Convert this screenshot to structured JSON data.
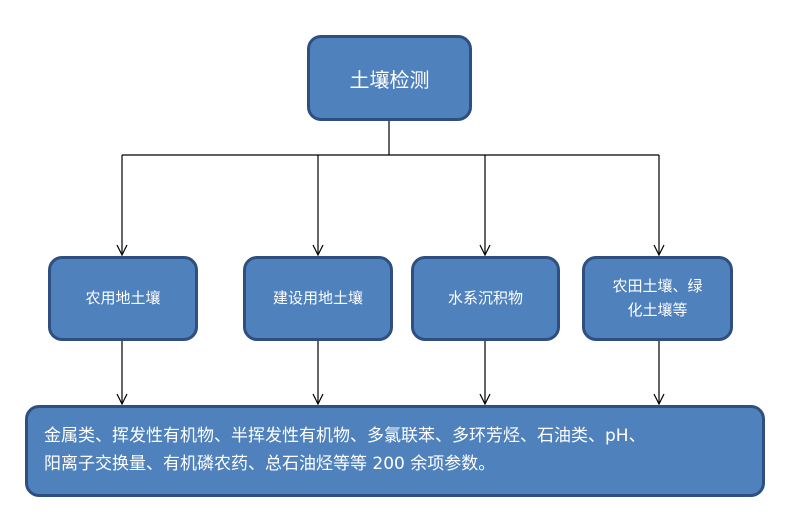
{
  "diagram": {
    "root": {
      "label": "土壤检测"
    },
    "categories": [
      {
        "label": "农用地土壤"
      },
      {
        "label": "建设用地土壤"
      },
      {
        "label": "水系沉积物"
      },
      {
        "label": "农田土壤、绿\n化土壤等"
      }
    ],
    "parameters": {
      "text": "金属类、挥发性有机物、半挥发性有机物、多氯联苯、多环芳烃、石油类、pH、\n阳离子交换量、有机磷农药、总石油烃等等 200 余项参数。"
    }
  }
}
